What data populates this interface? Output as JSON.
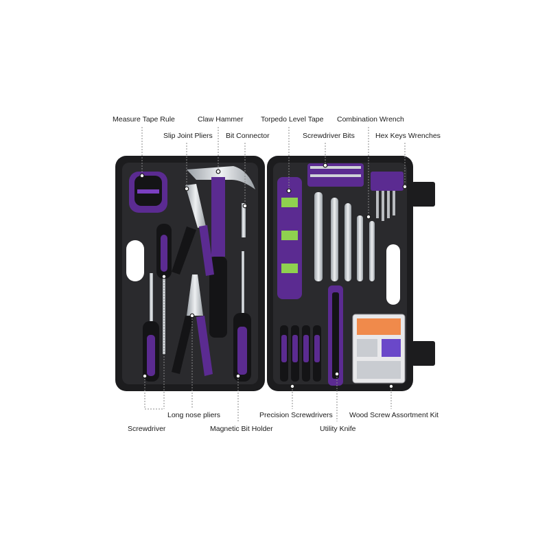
{
  "labels": {
    "measure_tape_rule": "Measure Tape Rule",
    "claw_hammer": "Claw Hammer",
    "torpedo_level_tape": "Torpedo Level Tape",
    "combination_wrench": "Combination Wrench",
    "slip_joint_pliers": "Slip Joint Pliers",
    "bit_connector": "Bit Connector",
    "screwdriver_bits": "Screwdriver Bits",
    "hex_keys_wrenches": "Hex Keys Wrenches",
    "long_nose_pliers": "Long nose pliers",
    "precision_screwdrivers": "Precision Screwdrivers",
    "wood_screw_assortment_kit": "Wood Screw Assortment Kit",
    "screwdriver": "Screwdriver",
    "magnetic_bit_holder": "Magnetic Bit Holder",
    "utility_knife": "Utility Knife"
  },
  "colors": {
    "case": "#1c1c1e",
    "case_tray": "#2a2a2d",
    "accent": "#5b2b91",
    "accent_light": "#7a3fc0",
    "steel": "#cfd3d8",
    "leader": "#8a8a8a"
  }
}
